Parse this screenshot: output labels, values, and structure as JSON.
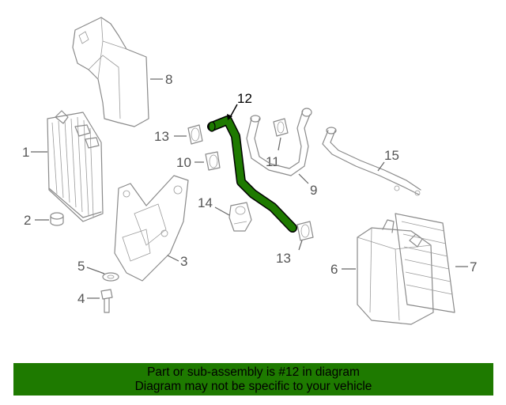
{
  "diagram": {
    "callouts": {
      "c1": "1",
      "c2": "2",
      "c3": "3",
      "c4": "4",
      "c5": "5",
      "c6": "6",
      "c7": "7",
      "c8": "8",
      "c9": "9",
      "c10": "10",
      "c11": "11",
      "c12": "12",
      "c13a": "13",
      "c13b": "13",
      "c14": "14",
      "c15": "15"
    },
    "highlighted_part": "12",
    "highlight_color": "#1e7a00"
  },
  "banner": {
    "line1": "Part or sub-assembly is #12 in diagram",
    "line2": "Diagram may not be specific to your vehicle",
    "background": "#1e7a00"
  }
}
